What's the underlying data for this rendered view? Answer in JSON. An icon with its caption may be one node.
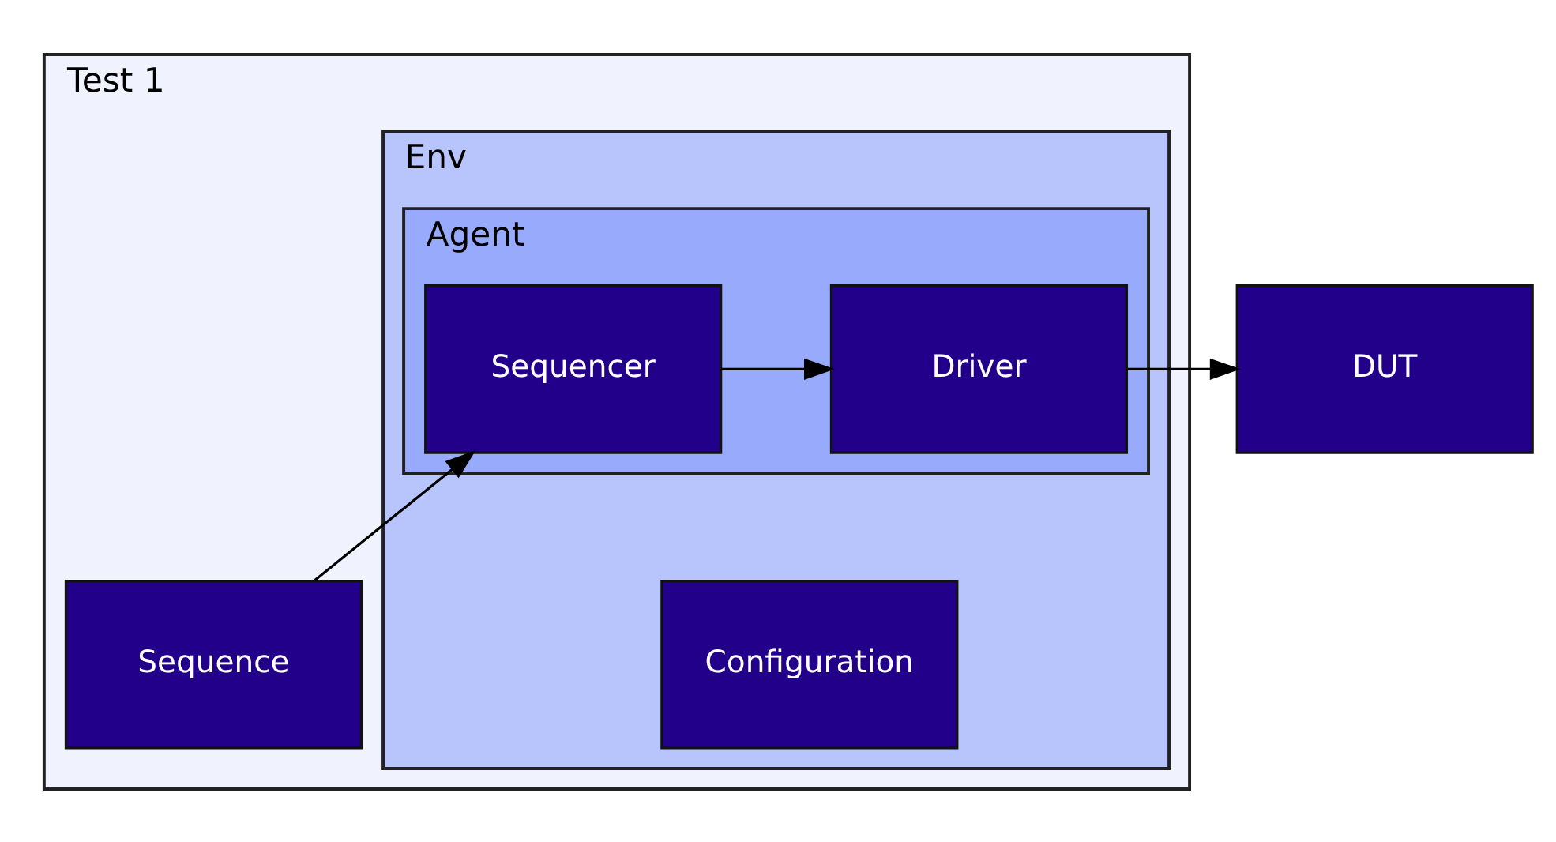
{
  "diagram": {
    "nodes": [
      {
        "text": [
          "Test 1"
        ]
      },
      {
        "text": [
          "Env"
        ],
        "in": 0
      },
      {
        "text": [
          "Agent"
        ],
        "in": 1
      },
      {
        "text": [
          "Configuration"
        ],
        "in": 1
      },
      {
        "text": [
          "Sequencer"
        ],
        "in": 2
      },
      {
        "text": [
          "Driver"
        ],
        "in": 2
      },
      {
        "text": [
          "Sequence"
        ],
        "in": 0
      },
      {
        "text": [
          "DUT"
        ]
      }
    ],
    "edges": [
      {
        "from": 4,
        "to": 5,
        "arrow": "to"
      },
      {
        "from": 6,
        "to": 4,
        "arrow": "to"
      },
      {
        "from": 5,
        "to": 7,
        "arrow": "to"
      }
    ]
  }
}
